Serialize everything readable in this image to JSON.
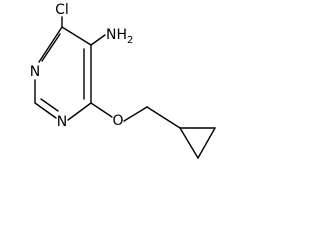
{
  "molecule": {
    "labels": {
      "chlorine": "Cl",
      "amine": "NH",
      "amine_subscript": "2",
      "nitrogen_top": "N",
      "nitrogen_bottom": "N",
      "oxygen": "O"
    }
  },
  "colors": {
    "bond": "#000000",
    "text": "#000000",
    "background": "#ffffff"
  }
}
